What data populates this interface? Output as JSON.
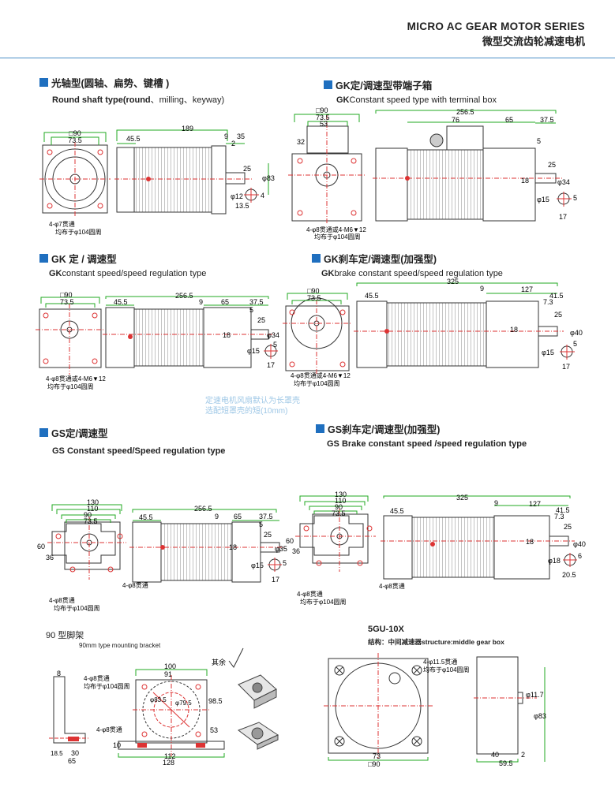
{
  "header": {
    "series_en": "MICRO AC GEAR MOTOR SERIES",
    "series_cn": "微型交流齿轮减速电机"
  },
  "sections": {
    "round_shaft": {
      "title": "光轴型(圆轴、扁势、键槽 )",
      "subtitle_bold": "Round shaft type(round",
      "subtitle_rest": "、milling、keyway)"
    },
    "gk_terminal": {
      "title": "GK定/调速型带端子箱",
      "subtitle_bold": "GK",
      "subtitle_rest": "Constant speed type with terminal box"
    },
    "gk_constant": {
      "title": "GK 定 / 调速型",
      "subtitle_bold": "GK",
      "subtitle_rest": "constant speed/speed regulation type"
    },
    "gk_brake": {
      "title": "GK刹车定/调速型(加强型)",
      "subtitle_bold": "GK",
      "subtitle_rest": "brake constant speed/speed regulation type"
    },
    "gs_constant": {
      "title": "GS定/调速型",
      "subtitle": "GS Constant speed/Speed regulation type"
    },
    "gs_brake": {
      "title": "GS刹车定/调速型(加强型)",
      "subtitle": "GS Brake constant speed /speed regulation type"
    },
    "bracket": {
      "title": "90 型脚架",
      "subtitle": "90mm type mounting bracket"
    },
    "gearbox": {
      "title": "5GU-10X",
      "subtitle": "结构：中间减速器structure:middle gear box"
    }
  },
  "note": {
    "line1": "定速电机风扇默认为长罩壳",
    "line2": "选配短罩壳的短(10mm)"
  },
  "dims": {
    "sq90": "□90",
    "d73_5": "73.5",
    "d189": "189",
    "d45_5": "45.5",
    "d9": "9",
    "d35": "35",
    "d2": "2",
    "d25": "25",
    "phi83": "φ83",
    "phi12": "φ12",
    "d4": "4",
    "d13_5": "13.5",
    "holes_7": "4-φ7贯通",
    "pcd104": "均布于φ104圆周",
    "d256_5": "256.5",
    "d76": "76",
    "d65": "65",
    "d37_5": "37.5",
    "d5": "5",
    "d53": "53",
    "d32": "32",
    "d18": "18",
    "phi34": "φ34",
    "phi15": "φ15",
    "d17": "17",
    "holes_8_m6": "4-φ8贯通或4-M6▼12",
    "d325": "325",
    "d127": "127",
    "d41_5": "41.5",
    "d7_3": "7.3",
    "phi40": "φ40",
    "d130": "130",
    "d110": "110",
    "d90": "90",
    "d60": "60",
    "d36": "36",
    "phi35": "φ35",
    "holes_8": "4-φ8贯通",
    "phi18": "φ18",
    "d6": "6",
    "d20_5": "20.5",
    "d8": "8",
    "d100": "100",
    "d91": "91",
    "r83_5": "φ83.5",
    "r79_5": "φ79.5",
    "d98_5": "98.5",
    "d10": "10",
    "d112": "112",
    "d128": "128",
    "d18_5": "18.5",
    "d30": "30",
    "rest": "其余",
    "holes_11_5": "4-φ11.5贯通",
    "phi11_7": "φ11.7",
    "d73": "73",
    "d40": "40",
    "d59_5": "59.5"
  }
}
